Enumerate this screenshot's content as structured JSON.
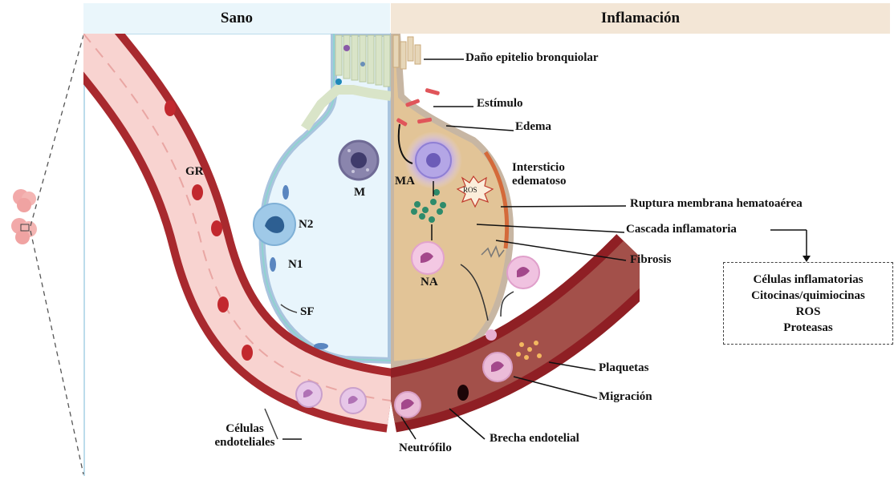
{
  "headers": {
    "healthy": "Sano",
    "inflammation": "Inflamación"
  },
  "labels_healthy": {
    "gr": "GR",
    "m": "M",
    "n2": "N2",
    "n1": "N1",
    "sf": "SF",
    "endothelial_line1": "Células",
    "endothelial_line2": "endoteliales"
  },
  "labels_inflammation": {
    "bronchiolar_damage": "Daño epitelio bronquiolar",
    "stimulus": "Estímulo",
    "edema": "Edema",
    "interstitium_line1": "Intersticio",
    "interstitium_line2": "edematoso",
    "ma": "MA",
    "ros": "ROS",
    "membrane_rupture": "Ruptura membrana hematoaérea",
    "inflammatory_cascade": "Cascada inflamatoria",
    "fibrosis": "Fibrosis",
    "na": "NA",
    "platelets": "Plaquetas",
    "migration": "Migración",
    "neutrophil": "Neutrófilo",
    "endothelial_gap": "Brecha endotelial"
  },
  "cascade_box": [
    "Células inflamatorias",
    "Citocinas/quimiocinas",
    "ROS",
    "Proteasas"
  ],
  "colors": {
    "vessel_wall": "#a8292e",
    "vessel_lumen_healthy": "#f8d3d0",
    "vessel_lumen_inflamed": "#9e4a45",
    "alveolus_healthy": "#e7f4fb",
    "alveolus_inflamed": "#e2c497",
    "epithelium": "#a9c4de",
    "header_healthy": "#eaf6fb",
    "header_inflamed": "#f3e6d6"
  }
}
